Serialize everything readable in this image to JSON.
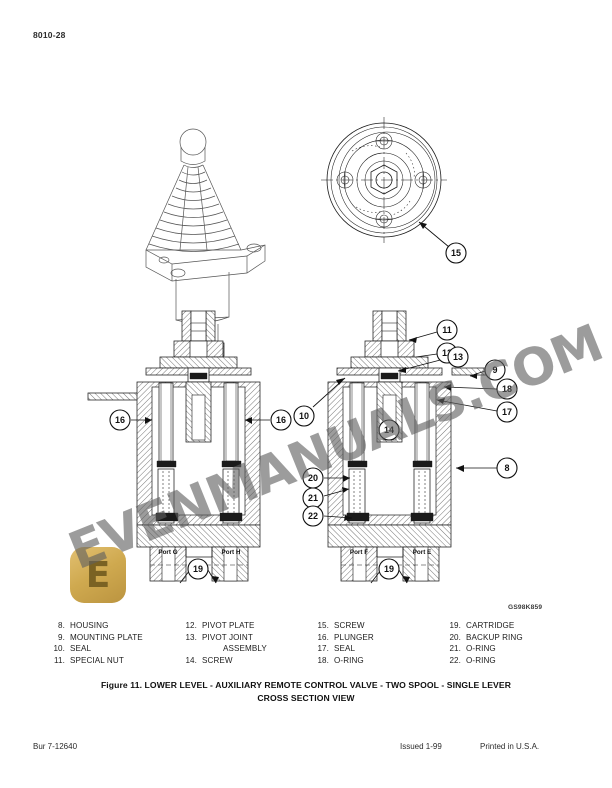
{
  "header": {
    "section_code": "8010-28"
  },
  "figure": {
    "drawing_code": "GS98K859",
    "caption_line1": "Figure 11. LOWER LEVEL - AUXILIARY REMOTE CONTROL VALVE - TWO SPOOL - SINGLE LEVER",
    "caption_line2": "CROSS SECTION VIEW",
    "callouts": [
      {
        "id": "c15",
        "number": "15"
      },
      {
        "id": "c11",
        "number": "11"
      },
      {
        "id": "c12",
        "number": "12"
      },
      {
        "id": "c13",
        "number": "13"
      },
      {
        "id": "c9",
        "number": "9"
      },
      {
        "id": "c18",
        "number": "18"
      },
      {
        "id": "c17",
        "number": "17"
      },
      {
        "id": "c8",
        "number": "8"
      },
      {
        "id": "c16L",
        "number": "16"
      },
      {
        "id": "c16R",
        "number": "16"
      },
      {
        "id": "c10",
        "number": "10"
      },
      {
        "id": "c14",
        "number": "14"
      },
      {
        "id": "c20",
        "number": "20"
      },
      {
        "id": "c21",
        "number": "21"
      },
      {
        "id": "c22",
        "number": "22"
      },
      {
        "id": "c19L",
        "number": "19"
      },
      {
        "id": "c19R",
        "number": "19"
      }
    ],
    "ports": [
      {
        "id": "pG",
        "label": "Port G"
      },
      {
        "id": "pH",
        "label": "Port H"
      },
      {
        "id": "pF",
        "label": "Port F"
      },
      {
        "id": "pE",
        "label": "Port E"
      }
    ]
  },
  "watermark": {
    "text": "EVENMANUALS.COM",
    "badge_glyph": "E",
    "color": "#cfa94f"
  },
  "legend": {
    "columns": [
      [
        {
          "num": "8.",
          "label": "HOUSING"
        },
        {
          "num": "9.",
          "label": "MOUNTING PLATE"
        },
        {
          "num": "10.",
          "label": "SEAL"
        },
        {
          "num": "11.",
          "label": "SPECIAL NUT"
        }
      ],
      [
        {
          "num": "12.",
          "label": "PIVOT PLATE"
        },
        {
          "num": "13.",
          "label": "PIVOT JOINT"
        },
        {
          "num": "",
          "label": "ASSEMBLY",
          "continuation": true
        },
        {
          "num": "14.",
          "label": "SCREW"
        }
      ],
      [
        {
          "num": "15.",
          "label": "SCREW"
        },
        {
          "num": "16.",
          "label": "PLUNGER"
        },
        {
          "num": "17.",
          "label": "SEAL"
        },
        {
          "num": "18.",
          "label": "O-RING"
        }
      ],
      [
        {
          "num": "19.",
          "label": "CARTRIDGE"
        },
        {
          "num": "20.",
          "label": "BACKUP RING"
        },
        {
          "num": "21.",
          "label": "O-RING"
        },
        {
          "num": "22.",
          "label": "O-RING"
        }
      ]
    ]
  },
  "footer": {
    "bulletin": "Bur 7-12640",
    "issued": "Issued 1-99",
    "printed": "Printed in U.S.A."
  }
}
